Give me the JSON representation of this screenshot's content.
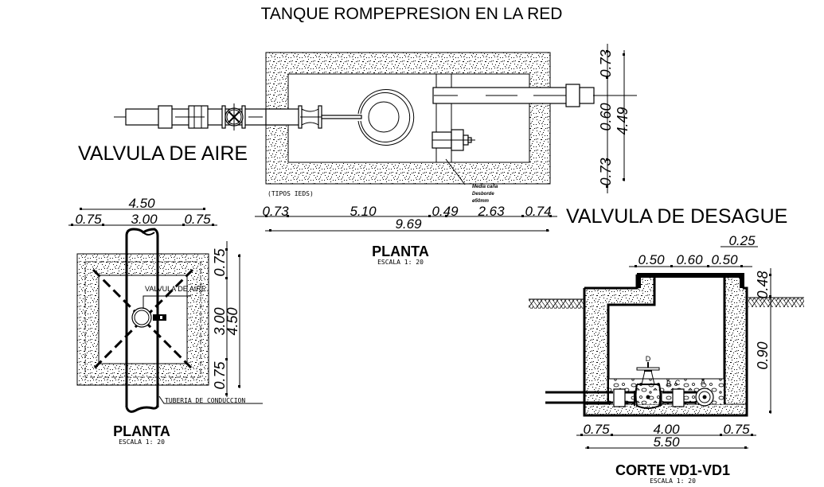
{
  "title": "TANQUE ROMPEPRESION EN LA RED",
  "labels": {
    "valvula_aire": "VALVULA DE AIRE",
    "valvula_desague": "VALVULA DE DESAGUE"
  },
  "plan_main": {
    "caption": "PLANTA",
    "scale": "ESCALA  1: 20",
    "note_left": "(TIPOS IEDS)",
    "overflow_note": [
      "Media caña",
      "Desborde",
      "ø50mm"
    ],
    "dims_horizontal": [
      "0.73",
      "5.10",
      "0.49",
      "2.63",
      "0.74"
    ],
    "dim_total_horizontal": "9.69",
    "dims_vertical": [
      "0.73",
      "0.60",
      "0.73"
    ],
    "dim_total_vertical": "4.49"
  },
  "plan_air_valve": {
    "caption": "PLANTA",
    "scale": "ESCALA  1: 20",
    "valve_label": "VALVULA DE AIRE",
    "pipe_label": "TUBERIA DE CONDUCCION",
    "dims_horizontal": [
      "0.75",
      "3.00",
      "0.75"
    ],
    "dim_total_horizontal": "4.50",
    "dims_vertical": [
      "0.75",
      "3.00",
      "0.75"
    ],
    "dim_total_vertical": "4.50"
  },
  "section_drain": {
    "caption": "CORTE VD1-VD1",
    "scale": "ESCALA  1: 20",
    "dims_top": [
      "0.50",
      "0.60",
      "0.50"
    ],
    "dim_top_extra": "0.25",
    "dims_bottom": [
      "0.75",
      "4.00",
      "0.75"
    ],
    "dim_total_bottom": "5.50",
    "dims_vertical": [
      "0.48",
      "0.90"
    ],
    "component_labels": [
      "D",
      "A",
      "B",
      "C"
    ]
  }
}
